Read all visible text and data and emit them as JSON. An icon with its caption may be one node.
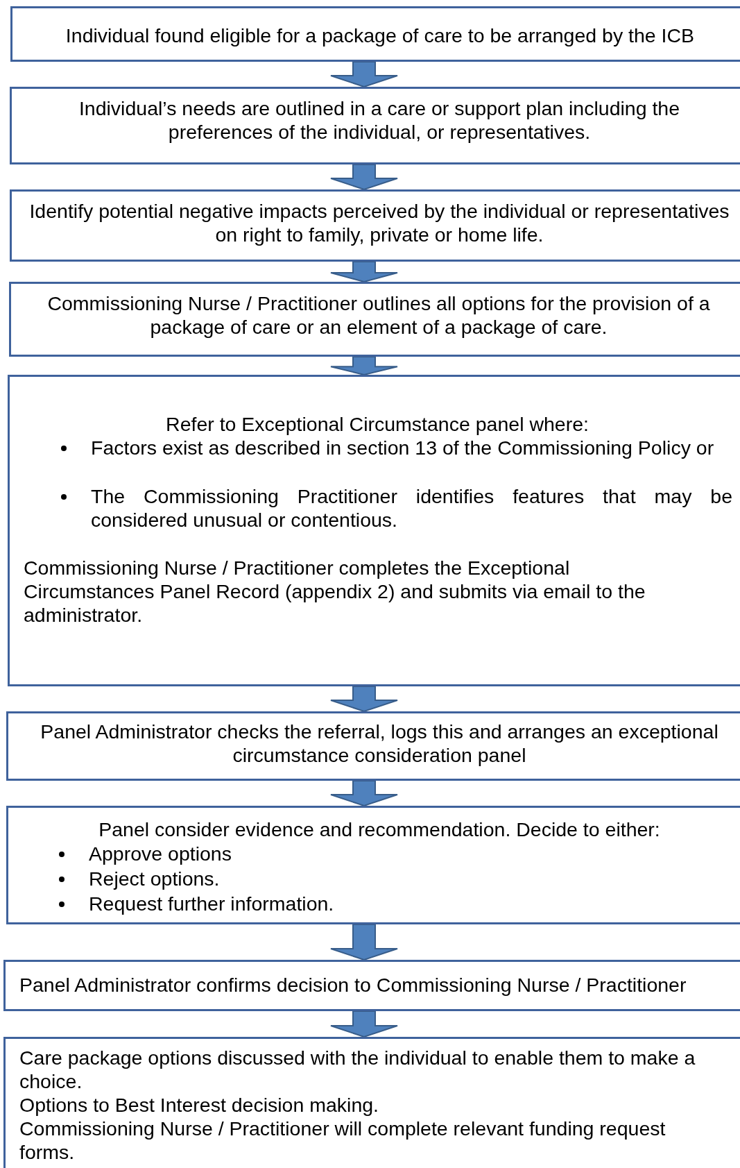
{
  "diagram": {
    "nodes": [
      {
        "text": [
          "Individual found eligible for a package of care to be arranged by the ICB"
        ]
      },
      {
        "text": [
          "Individual’s needs are outlined in a care or support plan including the preferences of the individual, or representatives."
        ]
      },
      {
        "text": [
          "Identify potential negative impacts perceived by the individual or representatives on right to family, private or home life."
        ]
      },
      {
        "text": [
          "Commissioning Nurse / Practitioner outlines all options for the provision of a package of care or an element of a package of care."
        ]
      },
      {
        "text": [
          "Refer to Exceptional Circumstance panel where:",
          "Factors exist as described in section 13 of the Commissioning Policy or",
          "The Commissioning Practitioner identifies features that may be considered unusual or contentious.",
          "Commissioning Nurse / Practitioner completes the Exceptional Circumstances Panel Record (appendix 2) and submits via email to the administrator."
        ]
      },
      {
        "text": [
          "Panel Administrator checks the referral, logs this and arranges an exceptional circumstance consideration panel"
        ]
      },
      {
        "text": [
          "Panel consider evidence and recommendation. Decide to either:",
          "Approve options",
          "Reject options.",
          "Request further information."
        ]
      },
      {
        "text": [
          "Panel Administrator confirms decision to Commissioning Nurse / Practitioner"
        ]
      },
      {
        "text": [
          "Care package options discussed with the individual to enable them to make a choice.",
          "Options to Best Interest decision making.",
          "Commissioning Nurse / Practitioner will complete relevant funding request forms."
        ]
      }
    ],
    "edges": [
      {
        "from": 0,
        "to": 1,
        "arrow": "to"
      },
      {
        "from": 1,
        "to": 2,
        "arrow": "to"
      },
      {
        "from": 2,
        "to": 3,
        "arrow": "to"
      },
      {
        "from": 3,
        "to": 4,
        "arrow": "to"
      },
      {
        "from": 4,
        "to": 5,
        "arrow": "to"
      },
      {
        "from": 5,
        "to": 6,
        "arrow": "to"
      },
      {
        "from": 6,
        "to": 7,
        "arrow": "to"
      },
      {
        "from": 7,
        "to": 8,
        "arrow": "to"
      }
    ]
  }
}
